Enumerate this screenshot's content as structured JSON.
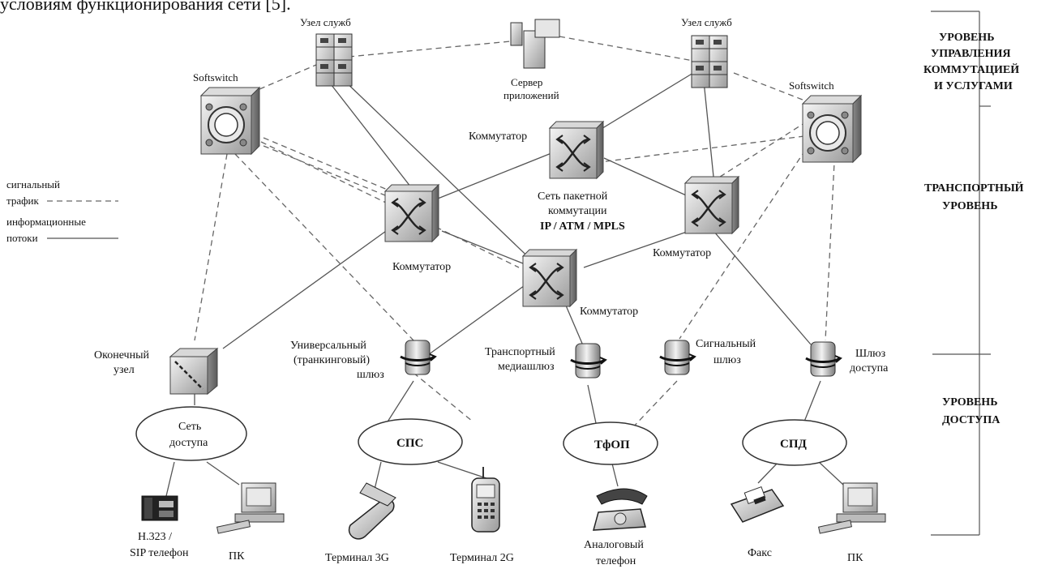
{
  "top_text": "условиям функционирования сети [5].",
  "levels": {
    "management": [
      "УРОВЕНЬ",
      "УПРАВЛЕНИЯ",
      "КОММУТАЦИЕЙ",
      "И УСЛУГАМИ"
    ],
    "transport": [
      "ТРАНСПОРТНЫЙ",
      "УРОВЕНЬ"
    ],
    "access": [
      "УРОВЕНЬ",
      "ДОСТУПА"
    ]
  },
  "legend": {
    "signal": [
      "сигнальный",
      "трафик"
    ],
    "info": [
      "информационные",
      "потоки"
    ]
  },
  "nodes": {
    "service_left": "Узел служб",
    "service_right": "Узел служб",
    "app_server": [
      "Сервер",
      "приложений"
    ],
    "softswitch_left": "Softswitch",
    "softswitch_right": "Softswitch",
    "switch_top": "Коммутатор",
    "switch_left": "Коммутатор",
    "switch_center": "Коммутатор",
    "switch_right": "Коммутатор",
    "packet_net": [
      "Сеть пакетной",
      "коммутации",
      "IP / ATM / MPLS"
    ],
    "end_node": [
      "Оконечный",
      "узел"
    ],
    "trunk_gw": [
      "Универсальный",
      "(транкинговый)",
      "шлюз"
    ],
    "media_gw": [
      "Транспортный",
      "медиашлюз"
    ],
    "signal_gw": [
      "Сигнальный",
      "шлюз"
    ],
    "access_gw": [
      "Шлюз",
      "доступа"
    ]
  },
  "networks": {
    "access_net": [
      "Сеть",
      "доступа"
    ],
    "sps": "СПС",
    "tfop": "ТфОП",
    "spd": "СПД"
  },
  "terminals": {
    "sip_phone": [
      "H.323 /",
      "SIP телефон"
    ],
    "pc_left": "ПК",
    "term3g": "Терминал 3G",
    "term2g": "Терминал 2G",
    "analog_phone": [
      "Аналоговый",
      "телефон"
    ],
    "fax": "Факс",
    "pc_right": "ПК"
  }
}
